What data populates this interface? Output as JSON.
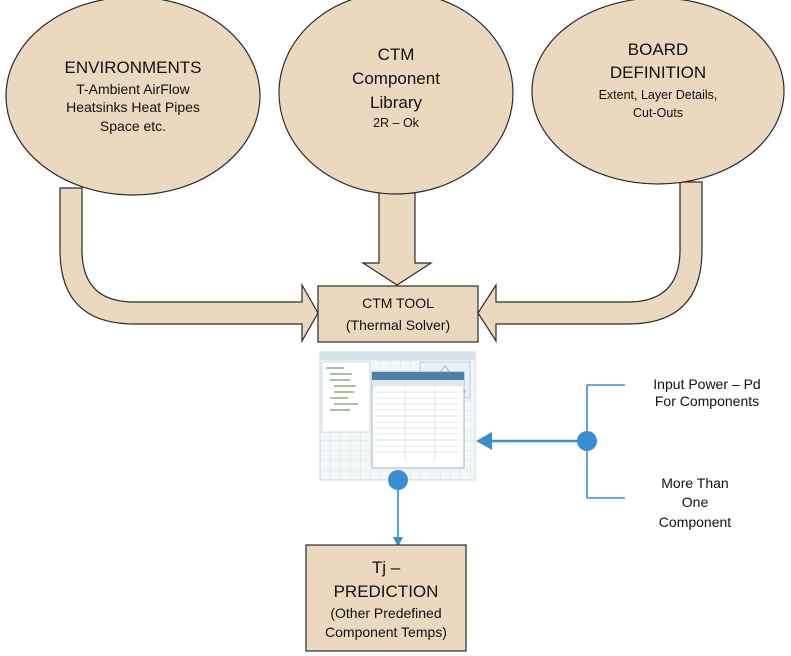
{
  "colors": {
    "tan": "#ead9bf",
    "tan_stroke": "#2b2b2b",
    "arrow_blue": "#3a8ed0",
    "screenshot_bg": "#e6eef2"
  },
  "environments": {
    "title": "ENVIRONMENTS",
    "line1": "T-Ambient AirFlow",
    "line2": "Heatsinks Heat Pipes",
    "line3": "Space etc."
  },
  "ctm_library": {
    "line1": "CTM",
    "line2": "Component",
    "line3": "Library",
    "line4": "2R – Ok"
  },
  "board": {
    "line1": "BOARD",
    "line2": "DEFINITION",
    "line3": "Extent, Layer Details,",
    "line4": "Cut-Outs"
  },
  "tool": {
    "line1": "CTM TOOL",
    "line2": "(Thermal Solver)"
  },
  "tool_screenshot": {
    "icon": "solver-screenshot"
  },
  "inputs": {
    "top_line1": "Input Power – Pd",
    "top_line2": "For Components",
    "bottom_line1": "More Than",
    "bottom_line2": "One",
    "bottom_line3": "Component"
  },
  "prediction": {
    "line1": "Tj –",
    "line2": "PREDICTION",
    "line3": "(Other Predefined",
    "line4": "Component Temps)"
  }
}
